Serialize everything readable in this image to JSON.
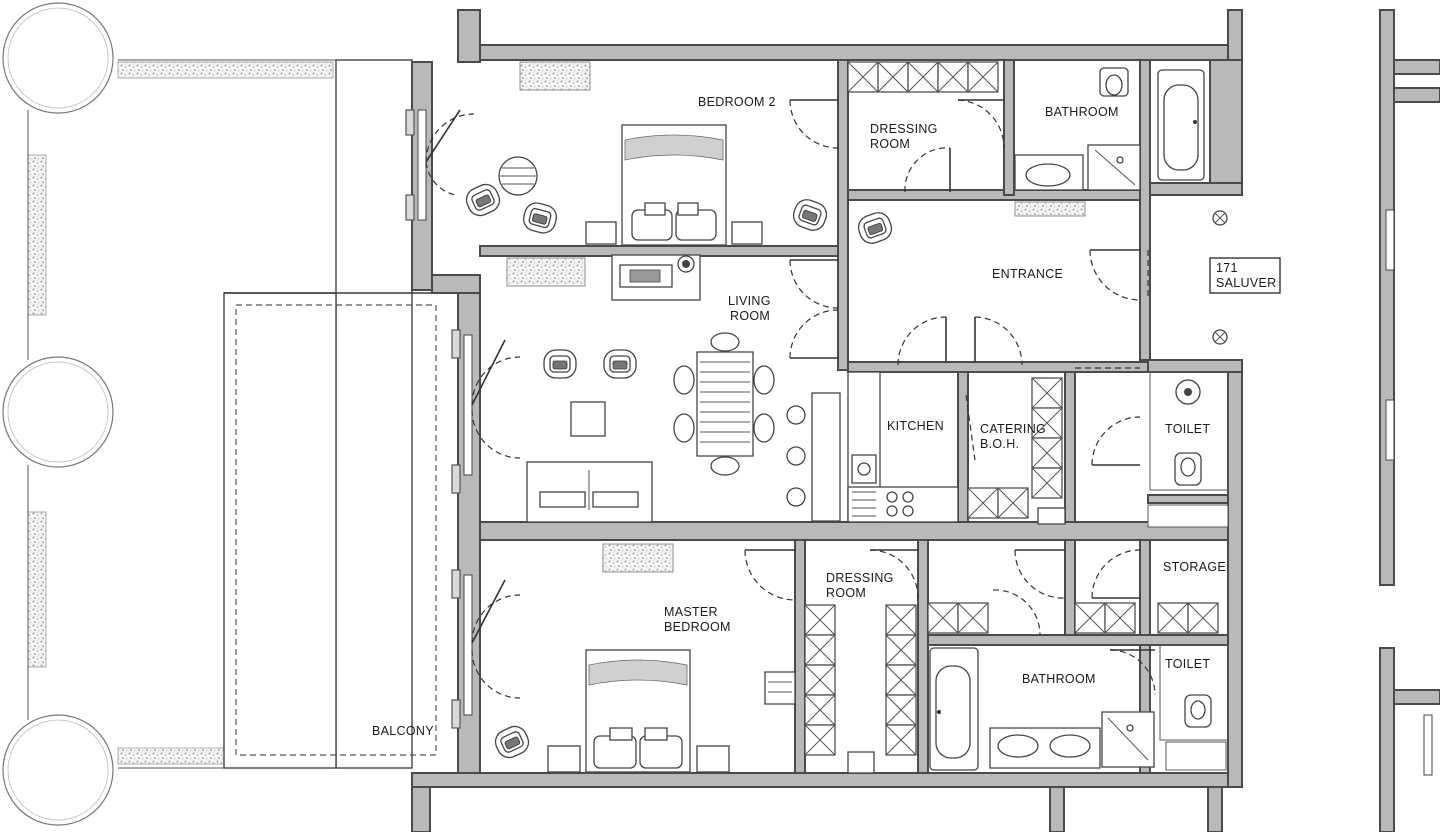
{
  "plan": {
    "rooms": {
      "bedroom2": "BEDROOM 2",
      "dressing_top_1": "DRESSING",
      "dressing_top_2": "ROOM",
      "bathroom_top": "BATHROOM",
      "entrance": "ENTRANCE",
      "sign_1": "171",
      "sign_2": "SALUVER",
      "living_1": "LIVING",
      "living_2": "ROOM",
      "kitchen": "KITCHEN",
      "catering_1": "CATERING",
      "catering_2": "B.O.H.",
      "toilet_top": "TOILET",
      "dressing_bottom_1": "DRESSING",
      "dressing_bottom_2": "ROOM",
      "storage": "STORAGE",
      "master_1": "MASTER",
      "master_2": "BEDROOM",
      "bathroom_bottom": "BATHROOM",
      "toilet_bottom": "TOILET",
      "balcony": "BALCONY"
    }
  }
}
